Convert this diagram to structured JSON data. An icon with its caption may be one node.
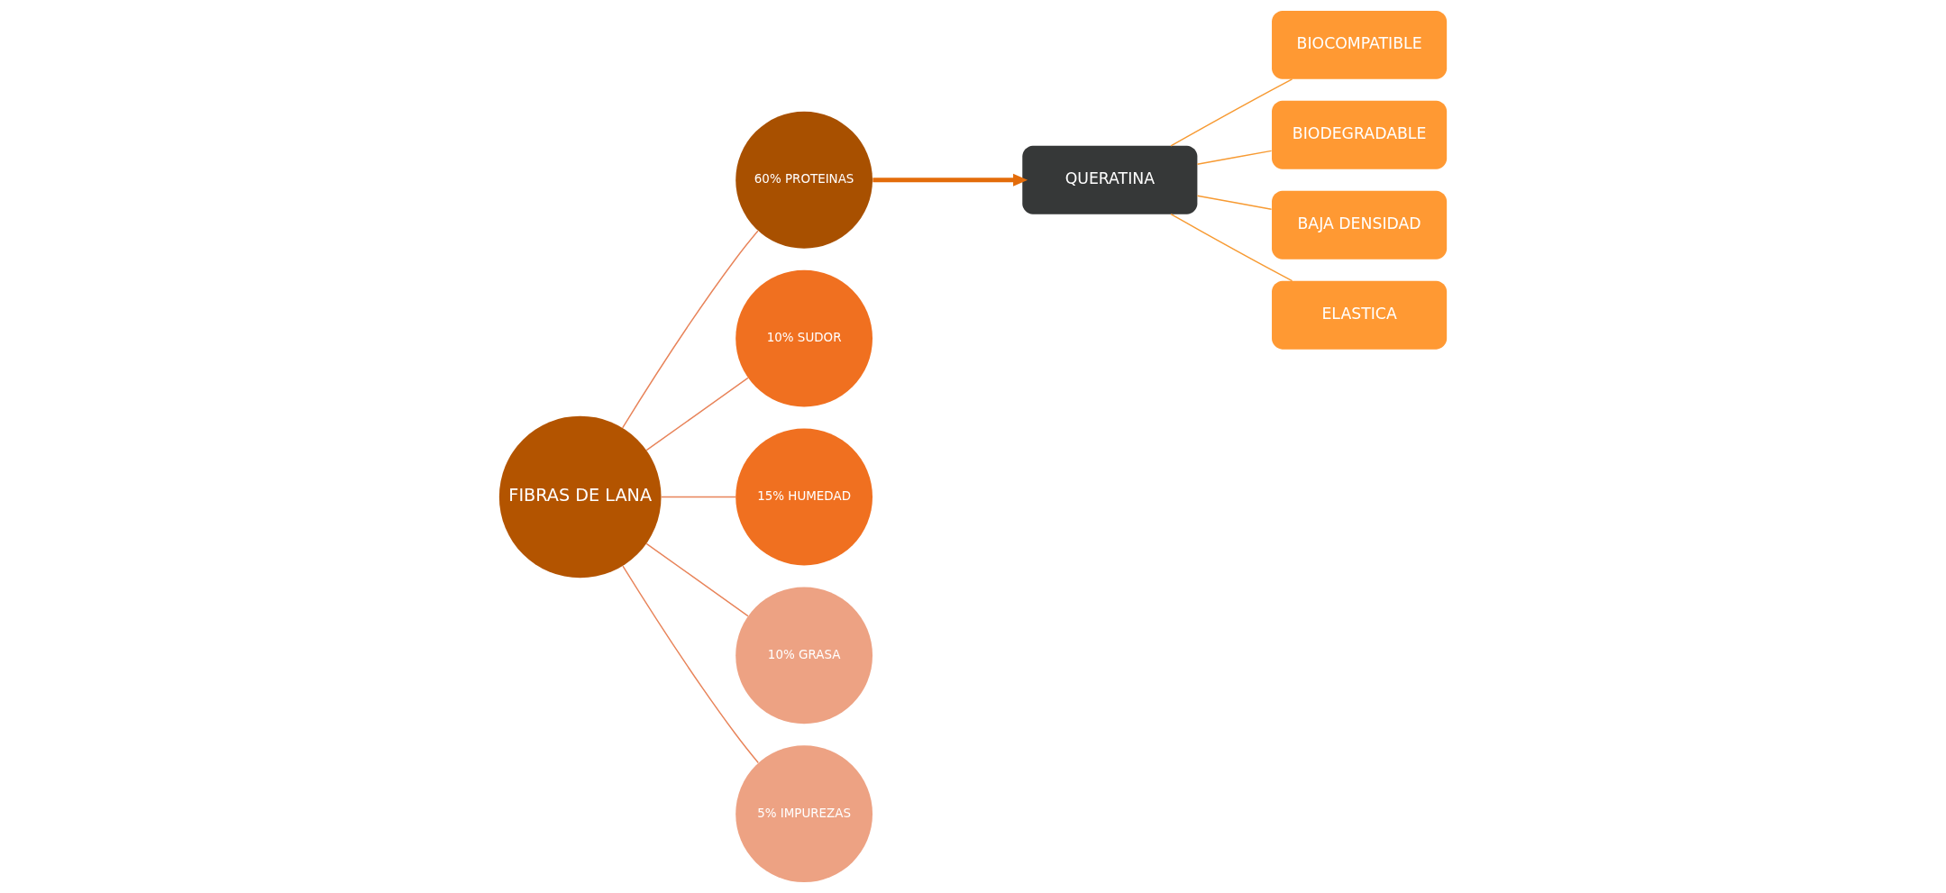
{
  "diagram": {
    "nodes": [
      {
        "text": [
          "FIBRAS DE LANA"
        ]
      },
      {
        "text": [
          "60% PROTEINAS"
        ]
      },
      {
        "text": [
          "10% SUDOR"
        ]
      },
      {
        "text": [
          "15% HUMEDAD"
        ]
      },
      {
        "text": [
          "10% GRASA"
        ]
      },
      {
        "text": [
          "5% IMPUREZAS"
        ]
      },
      {
        "text": [
          "QUERATINA"
        ]
      },
      {
        "text": [
          "BIOCOMPATIBLE"
        ]
      },
      {
        "text": [
          "BIODEGRADABLE"
        ]
      },
      {
        "text": [
          "BAJA DENSIDAD"
        ]
      },
      {
        "text": [
          "ELASTICA"
        ]
      }
    ],
    "edges": [
      {
        "from": 0,
        "to": 1,
        "arrow": "none"
      },
      {
        "from": 0,
        "to": 2,
        "arrow": "none"
      },
      {
        "from": 0,
        "to": 3,
        "arrow": "none"
      },
      {
        "from": 0,
        "to": 4,
        "arrow": "none"
      },
      {
        "from": 0,
        "to": 5,
        "arrow": "none"
      },
      {
        "from": 1,
        "to": 6,
        "arrow": "to",
        "style": "thick",
        "color": "#e36c0a"
      },
      {
        "from": 6,
        "to": 7,
        "arrow": "none",
        "color": "#f79a32"
      },
      {
        "from": 6,
        "to": 8,
        "arrow": "none",
        "color": "#f79a32"
      },
      {
        "from": 6,
        "to": 9,
        "arrow": "none",
        "color": "#f79a32"
      },
      {
        "from": 6,
        "to": 10,
        "arrow": "none",
        "color": "#f79a32"
      }
    ]
  }
}
